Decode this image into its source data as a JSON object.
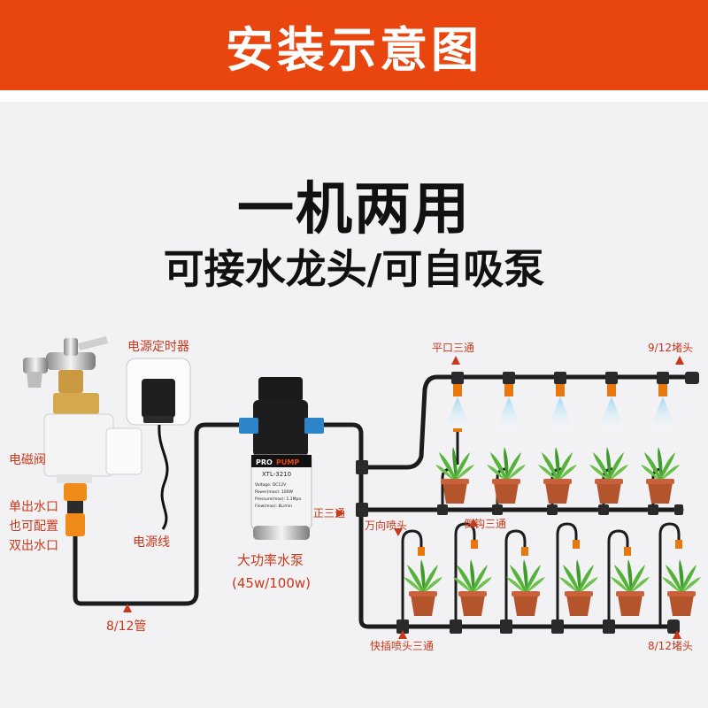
{
  "header": {
    "title": "安装示意图"
  },
  "headline": "一机两用",
  "subline": "可接水龙头/可自吸泵",
  "labels": {
    "timer": "电源定时器",
    "solenoid": "电磁阀",
    "outlet": [
      "单出水口",
      "也可配置",
      "双出水口"
    ],
    "power_cord": "电源线",
    "pump": "大功率水泵",
    "pump_power": "(45w/100w)",
    "pipe": "8/12管",
    "tee_flat": "平口三通",
    "plug_top": "9/12堵头",
    "tee_main": "正三通",
    "nozzle_universal": "万向喷头",
    "tee_barb": "倒钩三通",
    "tee_quick": "快插喷头三通",
    "plug_bottom": "8/12堵头"
  },
  "pump_device": {
    "brand_line1": "PRO",
    "brand_line2": "PUMP",
    "model": "XTL-3210",
    "specs": [
      "Voltage: DC12V",
      "Power(max): 100W",
      "Pressure(max): 1.1Mpa",
      "Flow(max): 8L/min"
    ]
  },
  "colors": {
    "accent": "#e8460e",
    "label": "#c8381a",
    "pipe": "#1c1c1c",
    "nozzle": "#e8780c",
    "pot": "#b4542c",
    "leaf": "#56b33a",
    "spray": "#5bb8e8"
  }
}
